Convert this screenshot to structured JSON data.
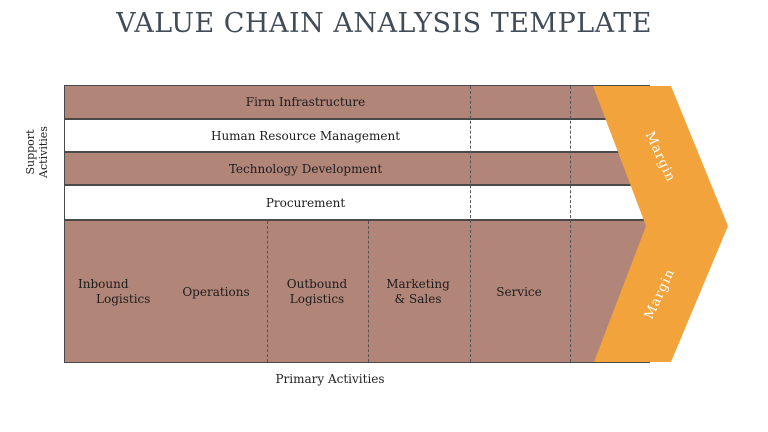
{
  "title": "VALUE CHAIN ANALYSIS TEMPLATE",
  "colors": {
    "band_fill": "#b28579",
    "arrow_fill": "#f2a33b",
    "title_color": "#424c56",
    "row_border": "#4a4a4a",
    "text_color": "#1c1c1c"
  },
  "support": {
    "axis_label_line1": "Support",
    "axis_label_line2": "Activities",
    "rows": [
      {
        "label": "Firm Infrastructure",
        "filled": true
      },
      {
        "label": "Human Resource Management",
        "filled": false
      },
      {
        "label": "Technology Development",
        "filled": true
      },
      {
        "label": "Procurement",
        "filled": false
      }
    ]
  },
  "primary": {
    "axis_label": "Primary Activities",
    "items": [
      {
        "line1": "Inbound",
        "line2": "Logistics"
      },
      {
        "line1": "Operations",
        "line2": ""
      },
      {
        "line1": "Outbound Logistics",
        "line2": ""
      },
      {
        "line1": "Marketing",
        "line2": "& Sales"
      },
      {
        "line1": "Service",
        "line2": ""
      }
    ]
  },
  "margin": {
    "top_label": "Margin",
    "bottom_label": "Margin"
  }
}
